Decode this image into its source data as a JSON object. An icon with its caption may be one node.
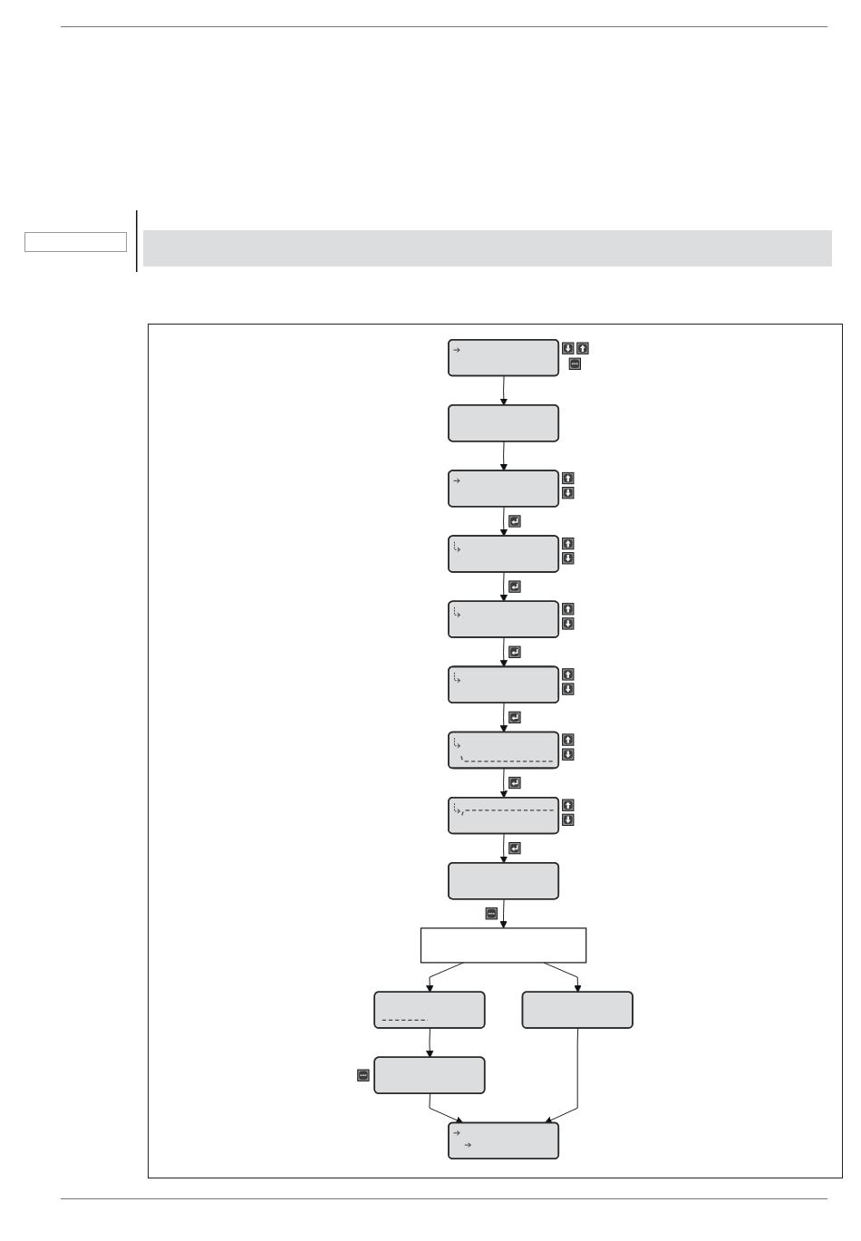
{
  "diagram": {
    "nodes": [
      {
        "text": [],
        "shape": "box"
      },
      {
        "text": [],
        "shape": "box"
      },
      {
        "text": [],
        "shape": "box"
      },
      {
        "text": [],
        "shape": "box"
      },
      {
        "text": [],
        "shape": "box"
      },
      {
        "text": [],
        "shape": "box"
      },
      {
        "text": [],
        "shape": "box"
      },
      {
        "text": [],
        "shape": "box"
      },
      {
        "text": [],
        "shape": "box"
      },
      {
        "text": [],
        "shape": "box"
      },
      {
        "text": [],
        "shape": "box"
      },
      {
        "text": [],
        "shape": "box"
      },
      {
        "text": [],
        "shape": "box"
      },
      {
        "text": [],
        "shape": "box"
      }
    ],
    "edges": [
      {
        "from": 0,
        "to": 1,
        "arrow": "to"
      },
      {
        "from": 1,
        "to": 2,
        "arrow": "to"
      },
      {
        "from": 2,
        "to": 3,
        "arrow": "to"
      },
      {
        "from": 3,
        "to": 4,
        "arrow": "to"
      },
      {
        "from": 4,
        "to": 5,
        "arrow": "to"
      },
      {
        "from": 5,
        "to": 6,
        "arrow": "to"
      },
      {
        "from": 6,
        "to": 7,
        "arrow": "to"
      },
      {
        "from": 7,
        "to": 8,
        "arrow": "to"
      },
      {
        "from": 8,
        "to": 9,
        "arrow": "to"
      },
      {
        "from": 9,
        "to": 10,
        "arrow": "to"
      },
      {
        "from": 9,
        "to": 11,
        "arrow": "to"
      },
      {
        "from": 10,
        "to": 12,
        "arrow": "to"
      },
      {
        "from": 12,
        "to": 13,
        "arrow": "to"
      },
      {
        "from": 11,
        "to": 13,
        "arrow": "to"
      }
    ]
  }
}
